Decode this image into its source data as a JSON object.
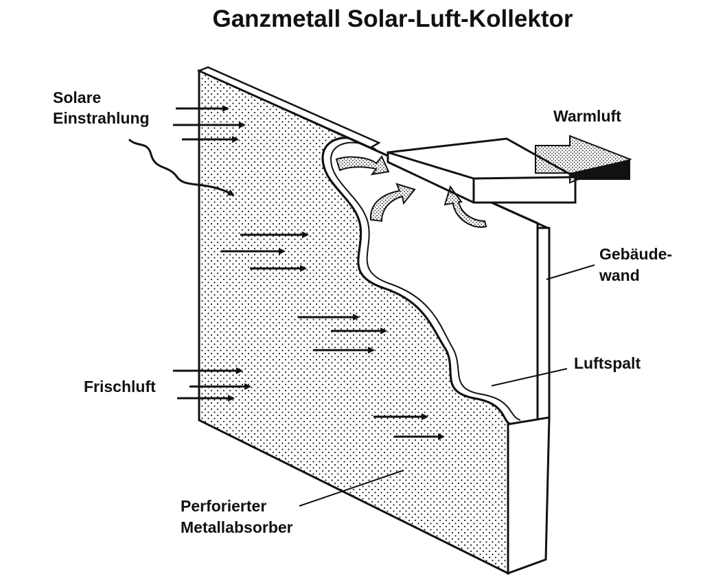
{
  "title": "Ganzmetall Solar-Luft-Kollektor",
  "labels": {
    "solar_line1": "Solare",
    "solar_line2": "Einstrahlung",
    "warmluft": "Warmluft",
    "gebaeude_line1": "Gebäude-",
    "gebaeude_line2": "wand",
    "luftspalt": "Luftspalt",
    "frischluft": "Frischluft",
    "absorber_line1": "Perforierter",
    "absorber_line2": "Metallabsorber"
  },
  "colors": {
    "ink": "#111111",
    "dots": "#1a1a1a",
    "background": "#ffffff"
  }
}
